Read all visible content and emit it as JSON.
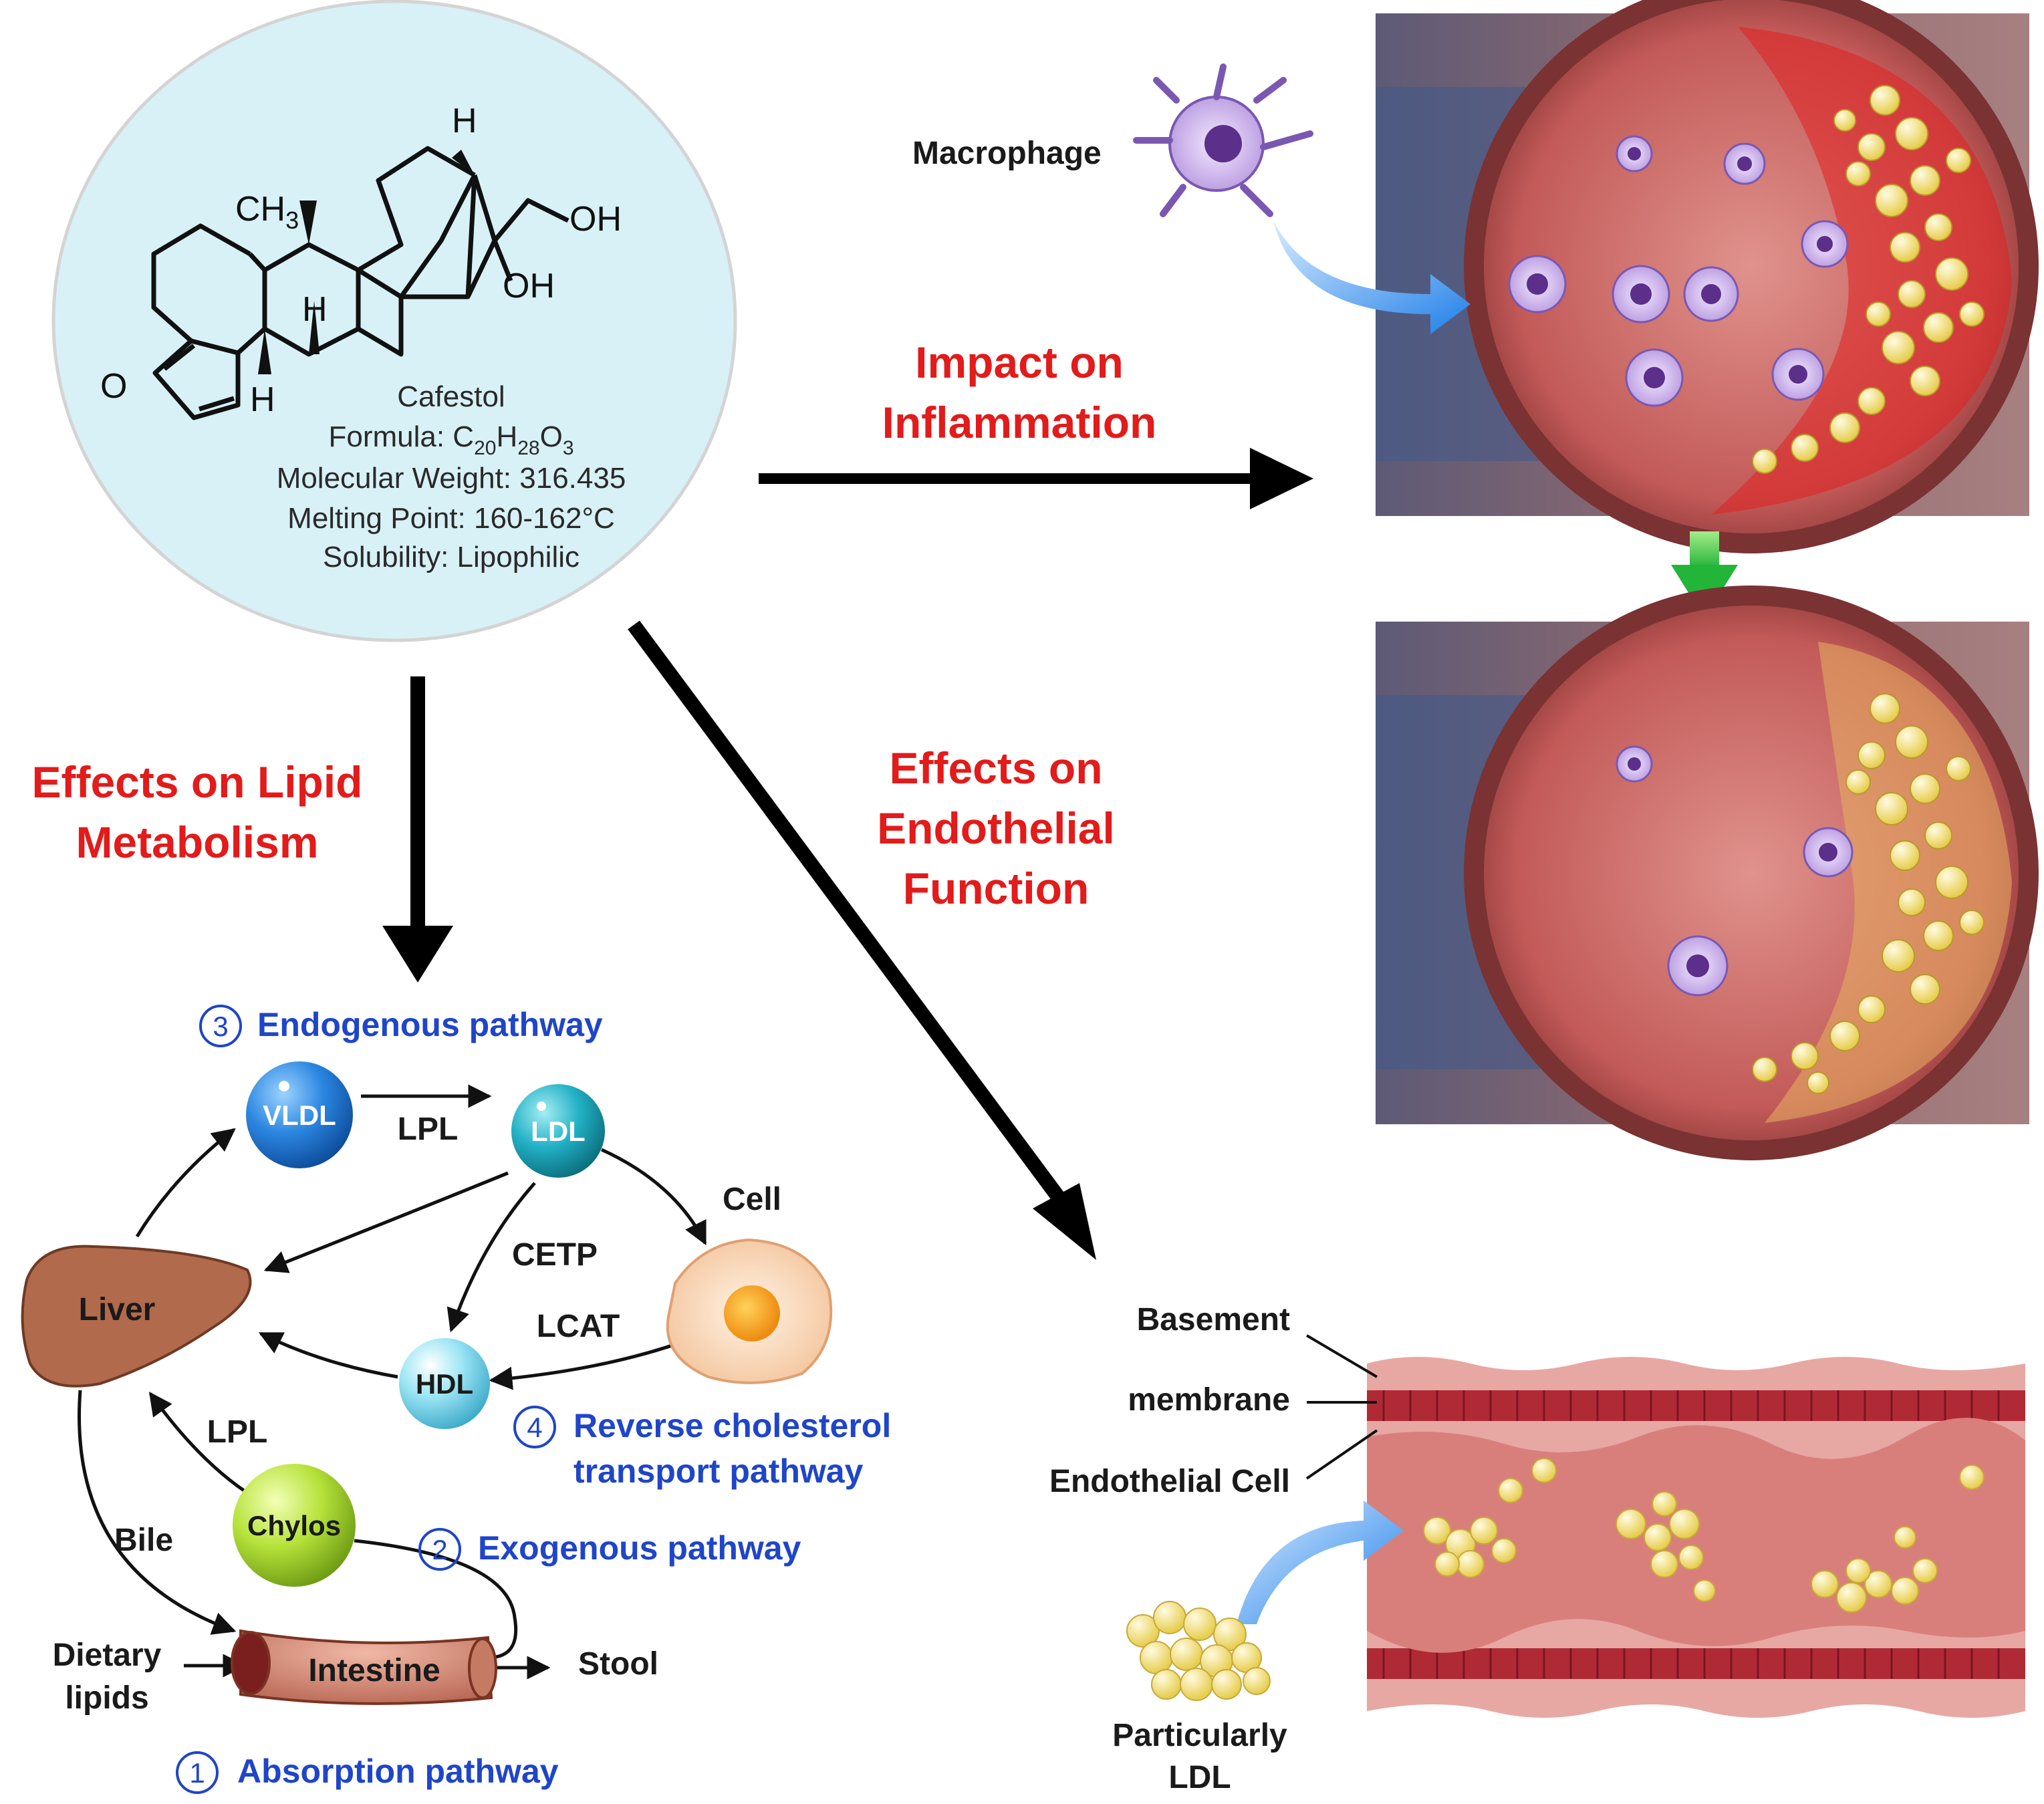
{
  "compound": {
    "name": "Cafestol",
    "formula_label": "Formula: C",
    "formula_sub1": "20",
    "formula_h": "H",
    "formula_sub2": "28",
    "formula_o": "O",
    "formula_sub3": "3",
    "molecular_weight": "Molecular Weight: 316.435",
    "melting_point": "Melting Point: 160-162°C",
    "solubility": "Solubility: Lipophilic",
    "structure_labels": {
      "h_top": "H",
      "ch3": "CH",
      "ch3_sub": "3",
      "oh1": "OH",
      "oh2": "OH",
      "h_mid": "H",
      "h_low": "H",
      "o_furan": "O"
    }
  },
  "effects": {
    "inflammation_line1": "Impact on",
    "inflammation_line2": "Inflammation",
    "lipid_line1": "Effects on Lipid",
    "lipid_line2": "Metabolism",
    "endothelial_line1": "Effects on",
    "endothelial_line2": "Endothelial",
    "endothelial_line3": "Function"
  },
  "vessel_panels": {
    "macrophage_label": "Macrophage"
  },
  "endothelium": {
    "basement": "Basement",
    "membrane": "membrane",
    "endothelial_cell": "Endothelial Cell",
    "particularly": "Particularly",
    "ldl": "LDL"
  },
  "lipid_pathways": {
    "endogenous": {
      "num": "3",
      "label": "Endogenous pathway"
    },
    "reverse": {
      "num": "4",
      "label1": "Reverse cholesterol",
      "label2": "transport pathway"
    },
    "exogenous": {
      "num": "2",
      "label": "Exogenous pathway"
    },
    "absorption": {
      "num": "1",
      "label": "Absorption pathway"
    },
    "nodes": {
      "vldl": "VLDL",
      "ldl": "LDL",
      "hdl": "HDL",
      "chylos": "Chylos",
      "liver": "Liver",
      "intestine": "Intestine",
      "cell": "Cell"
    },
    "edges": {
      "lpl_top": "LPL",
      "cetp": "CETP",
      "lcat": "LCAT",
      "lpl_left": "LPL",
      "bile": "Bile",
      "dietary1": "Dietary",
      "dietary2": "lipids",
      "stool": "Stool"
    }
  },
  "colors": {
    "accent_red": "#e21b1b",
    "pathway_blue": "#1f45c8",
    "info_bubble": "#d8f1f7"
  }
}
